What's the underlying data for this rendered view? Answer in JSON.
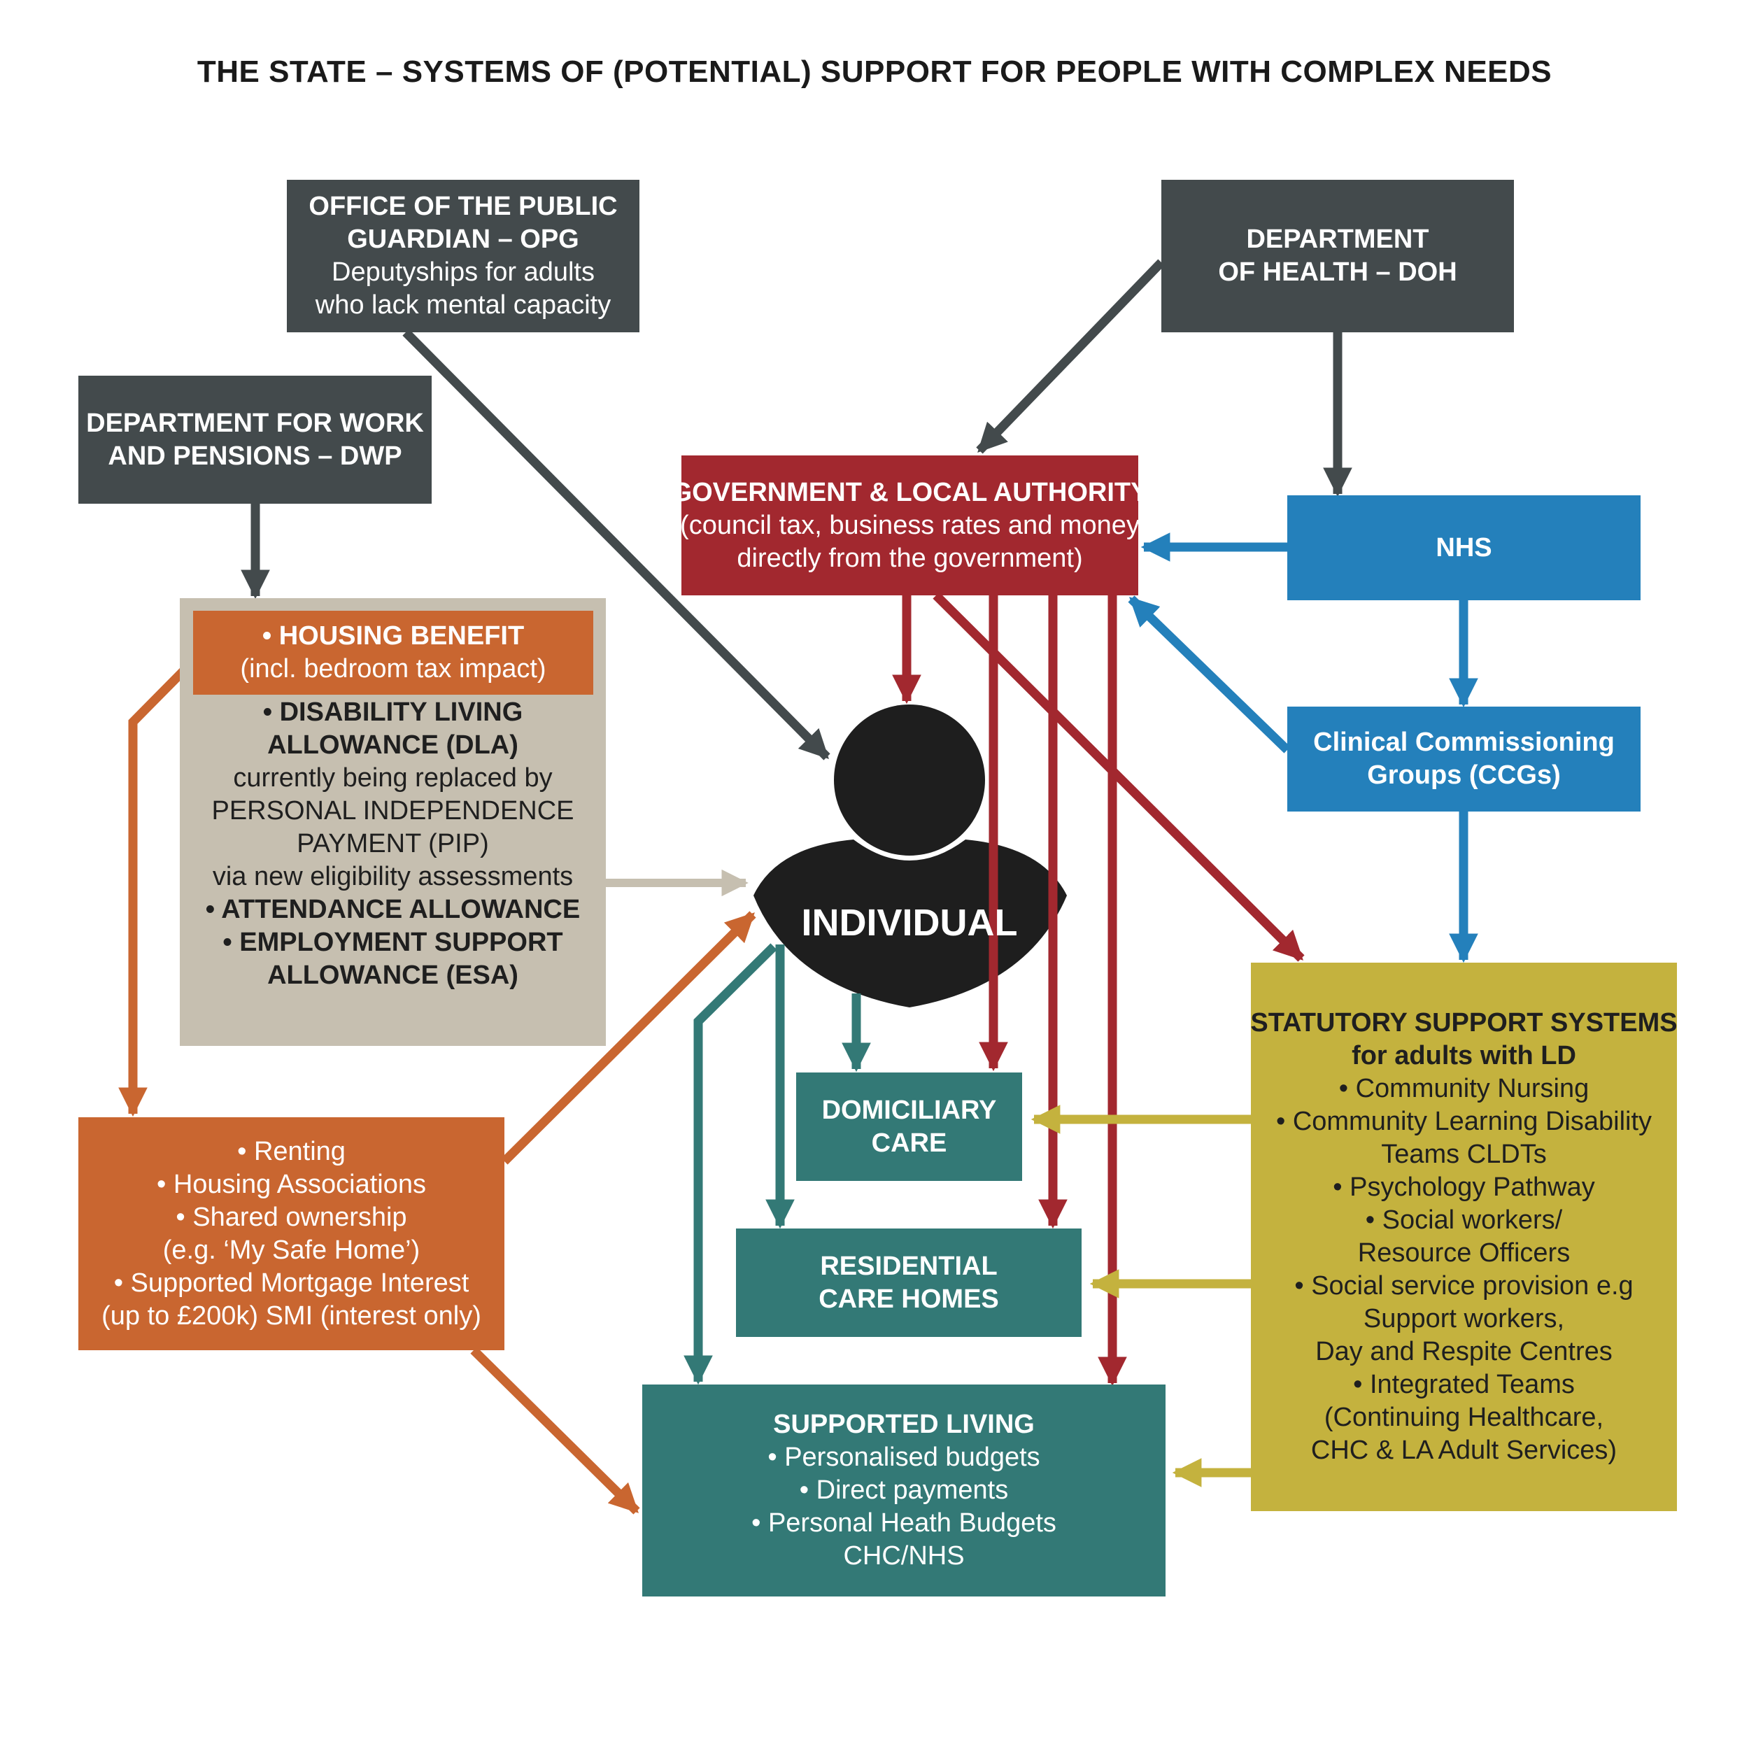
{
  "title": "THE STATE – SYSTEMS OF (POTENTIAL) SUPPORT FOR PEOPLE WITH COMPLEX NEEDS",
  "colors": {
    "dark": "#434a4c",
    "red": "#a2282f",
    "blue": "#2480bb",
    "teal": "#337976",
    "orange": "#c96630",
    "beige": "#c6bfb0",
    "olive": "#c4b23e",
    "beige_arrow": "#c6bfb0",
    "olive_arrow": "#c4b23e"
  },
  "nodes": {
    "opg": {
      "lines": [
        {
          "text": "OFFICE OF THE PUBLIC",
          "bold": true
        },
        {
          "text": "GUARDIAN – OPG",
          "bold": true
        },
        {
          "text": "Deputyships for adults",
          "bold": false
        },
        {
          "text": "who lack mental capacity",
          "bold": false
        }
      ]
    },
    "doh": {
      "lines": [
        {
          "text": "DEPARTMENT",
          "bold": true
        },
        {
          "text": "OF HEALTH – DOH",
          "bold": true
        }
      ]
    },
    "dwp": {
      "lines": [
        {
          "text": "DEPARTMENT FOR WORK",
          "bold": true
        },
        {
          "text": "AND PENSIONS – DWP",
          "bold": true
        }
      ]
    },
    "gov": {
      "lines": [
        {
          "text": "GOVERNMENT & LOCAL AUTHORITY",
          "bold": true
        },
        {
          "text": "(council tax, business rates and money",
          "bold": false
        },
        {
          "text": "directly from the government)",
          "bold": false
        }
      ]
    },
    "nhs": {
      "lines": [
        {
          "text": "NHS",
          "bold": true
        }
      ]
    },
    "ccg": {
      "lines": [
        {
          "text": "Clinical Commissioning",
          "bold": true
        },
        {
          "text": "Groups (CCGs)",
          "bold": true
        }
      ]
    },
    "housing_benefit": {
      "lines": [
        {
          "text": "• HOUSING BENEFIT",
          "bold": true
        },
        {
          "text": "(incl. bedroom tax impact)",
          "bold": false
        }
      ]
    },
    "benefits": {
      "lines": [
        {
          "text": "• DISABILITY LIVING",
          "bold": true
        },
        {
          "text": "ALLOWANCE (DLA)",
          "bold": true
        },
        {
          "text": "currently being replaced by",
          "bold": false
        },
        {
          "text": "PERSONAL INDEPENDENCE",
          "bold": false
        },
        {
          "text": "PAYMENT (PIP)",
          "bold": false
        },
        {
          "text": "via new eligibility assessments",
          "bold": false
        },
        {
          "text": "• ATTENDANCE ALLOWANCE",
          "bold": true
        },
        {
          "text": "• EMPLOYMENT SUPPORT",
          "bold": true
        },
        {
          "text": "ALLOWANCE (ESA)",
          "bold": true
        }
      ]
    },
    "housing": {
      "lines": [
        {
          "text": "• Renting",
          "bold": false
        },
        {
          "text": "• Housing Associations",
          "bold": false
        },
        {
          "text": "• Shared ownership",
          "bold": false
        },
        {
          "text": "(e.g. ‘My Safe Home’)",
          "bold": false
        },
        {
          "text": "• Supported Mortgage Interest",
          "bold": false
        },
        {
          "text": "(up to £200k) SMI (interest only)",
          "bold": false
        }
      ]
    },
    "domiciliary": {
      "lines": [
        {
          "text": "DOMICILIARY",
          "bold": true
        },
        {
          "text": "CARE",
          "bold": true
        }
      ]
    },
    "residential": {
      "lines": [
        {
          "text": "RESIDENTIAL",
          "bold": true
        },
        {
          "text": "CARE HOMES",
          "bold": true
        }
      ]
    },
    "supported_living": {
      "lines": [
        {
          "text": "SUPPORTED LIVING",
          "bold": true
        },
        {
          "text": "• Personalised budgets",
          "bold": false
        },
        {
          "text": "• Direct payments",
          "bold": false
        },
        {
          "text": "• Personal Heath Budgets",
          "bold": false
        },
        {
          "text": "CHC/NHS",
          "bold": false
        }
      ]
    },
    "statutory": {
      "lines": [
        {
          "text": "STATUTORY SUPPORT SYSTEMS",
          "bold": true
        },
        {
          "text": "for adults with LD",
          "bold": true
        },
        {
          "text": " ",
          "bold": false
        },
        {
          "text": "• Community Nursing",
          "bold": false
        },
        {
          "text": "• Community Learning Disability",
          "bold": false
        },
        {
          "text": "Teams CLDTs",
          "bold": false
        },
        {
          "text": "• Psychology Pathway",
          "bold": false
        },
        {
          "text": "• Social workers/",
          "bold": false
        },
        {
          "text": "Resource Officers",
          "bold": false
        },
        {
          "text": "• Social service provision e.g",
          "bold": false
        },
        {
          "text": "Support workers,",
          "bold": false
        },
        {
          "text": "Day and Respite Centres",
          "bold": false
        },
        {
          "text": "• Integrated Teams",
          "bold": false
        },
        {
          "text": "(Continuing Healthcare,",
          "bold": false
        },
        {
          "text": "CHC & LA Adult Services)",
          "bold": false
        }
      ]
    },
    "individual": {
      "label": "INDIVIDUAL"
    }
  },
  "edges": [
    {
      "from": "opg",
      "to": "individual",
      "color": "dark"
    },
    {
      "from": "doh",
      "to": "gov",
      "color": "dark"
    },
    {
      "from": "doh",
      "to": "nhs",
      "color": "dark"
    },
    {
      "from": "dwp",
      "to": "benefits",
      "color": "dark"
    },
    {
      "from": "nhs",
      "to": "gov",
      "color": "blue"
    },
    {
      "from": "nhs",
      "to": "ccg",
      "color": "blue"
    },
    {
      "from": "ccg",
      "to": "gov",
      "color": "blue"
    },
    {
      "from": "ccg",
      "to": "statutory",
      "color": "blue"
    },
    {
      "from": "gov",
      "to": "individual",
      "color": "red"
    },
    {
      "from": "gov",
      "to": "domiciliary",
      "color": "red"
    },
    {
      "from": "gov",
      "to": "residential",
      "color": "red"
    },
    {
      "from": "gov",
      "to": "supported_living",
      "color": "red"
    },
    {
      "from": "gov",
      "to": "statutory",
      "color": "red"
    },
    {
      "from": "benefits",
      "to": "individual",
      "color": "beige"
    },
    {
      "from": "housing_benefit",
      "to": "housing",
      "color": "orange"
    },
    {
      "from": "housing",
      "to": "individual",
      "color": "orange"
    },
    {
      "from": "housing",
      "to": "supported_living",
      "color": "orange"
    },
    {
      "from": "individual",
      "to": "domiciliary",
      "color": "teal"
    },
    {
      "from": "individual",
      "to": "residential",
      "color": "teal"
    },
    {
      "from": "individual",
      "to": "supported_living",
      "color": "teal"
    },
    {
      "from": "statutory",
      "to": "domiciliary",
      "color": "olive"
    },
    {
      "from": "statutory",
      "to": "residential",
      "color": "olive"
    },
    {
      "from": "statutory",
      "to": "supported_living",
      "color": "olive"
    }
  ]
}
